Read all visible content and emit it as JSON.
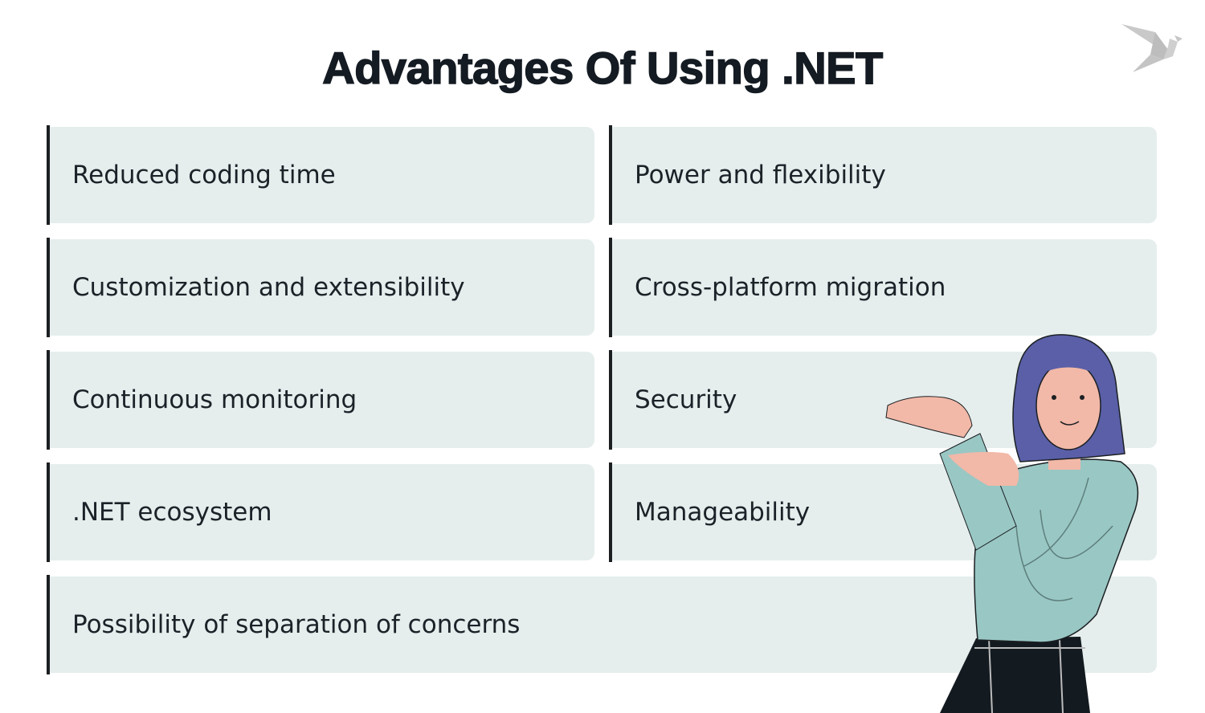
{
  "title": "Advantages Of Using .NET",
  "logo": "origami-bird-icon",
  "cards": [
    {
      "label": "Reduced coding time"
    },
    {
      "label": "Power and flexibility"
    },
    {
      "label": "Customization and extensibility"
    },
    {
      "label": "Cross-platform migration"
    },
    {
      "label": "Continuous monitoring"
    },
    {
      "label": "Security"
    },
    {
      "label": ".NET ecosystem"
    },
    {
      "label": "Manageability"
    },
    {
      "label": "Possibility of separation of concerns"
    }
  ],
  "colors": {
    "card_bg": "#e5eeed",
    "accent_bar": "#1b1f22",
    "hair": "#5a5fa8",
    "sweater": "#99c7c4",
    "skin": "#f2b8a8",
    "pants": "#131a20"
  }
}
